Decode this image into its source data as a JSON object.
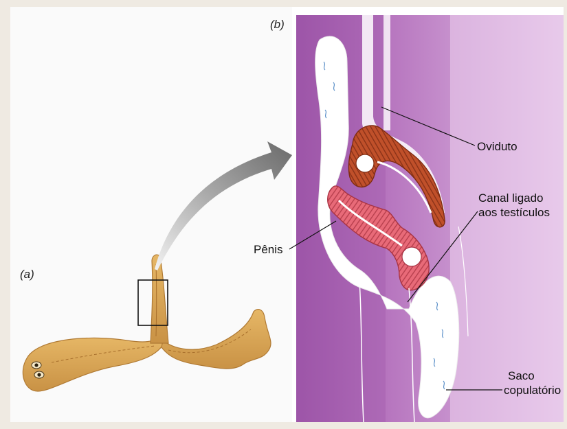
{
  "diagram": {
    "panel_a_label": "(a)",
    "panel_b_label": "(b)",
    "labels": {
      "oviduto": "Oviduto",
      "canal_line1": "Canal ligado",
      "canal_line2": "aos testículos",
      "penis": "Pênis",
      "saco_line1": "Saco",
      "saco_line2": "copulatório"
    }
  },
  "colors": {
    "page_background": "#efeae2",
    "planarian_body": "#d9a955",
    "tissue_purple": "#a35dad",
    "tissue_light": "#e6c3e8",
    "penis_pink": "#e86a78",
    "oviduct_red": "#c0502a"
  }
}
